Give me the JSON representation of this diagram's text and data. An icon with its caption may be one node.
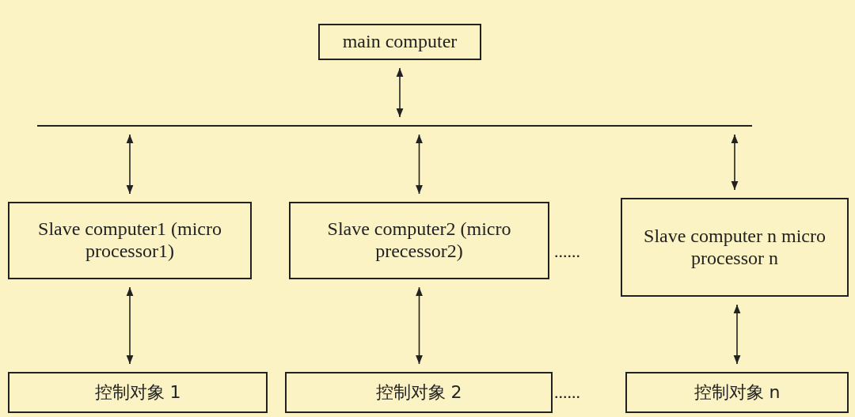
{
  "diagram": {
    "nodes": [
      {
        "text": [
          "main computer"
        ]
      },
      {
        "text": [],
        "shape": "bar"
      },
      {
        "text": [
          "Slave computer1 (micro processor1)"
        ]
      },
      {
        "text": [
          "Slave computer2 (micro precessor2)"
        ]
      },
      {
        "text": [
          "Slave computer n micro processor n"
        ]
      },
      {
        "text": [
          "控制对象 1"
        ]
      },
      {
        "text": [
          "控制对象 2"
        ]
      },
      {
        "text": [
          "控制对象 n"
        ]
      }
    ],
    "edges": [
      {
        "from": 0,
        "to": 1,
        "arrow": "both"
      },
      {
        "from": 1,
        "to": 2,
        "arrow": "both"
      },
      {
        "from": 1,
        "to": 3,
        "arrow": "both"
      },
      {
        "from": 1,
        "to": 4,
        "arrow": "both"
      },
      {
        "from": 2,
        "to": 5,
        "arrow": "both"
      },
      {
        "from": 3,
        "to": 6,
        "arrow": "both"
      },
      {
        "from": 4,
        "to": 7,
        "arrow": "both"
      }
    ],
    "labels": [
      "......",
      "......"
    ]
  }
}
